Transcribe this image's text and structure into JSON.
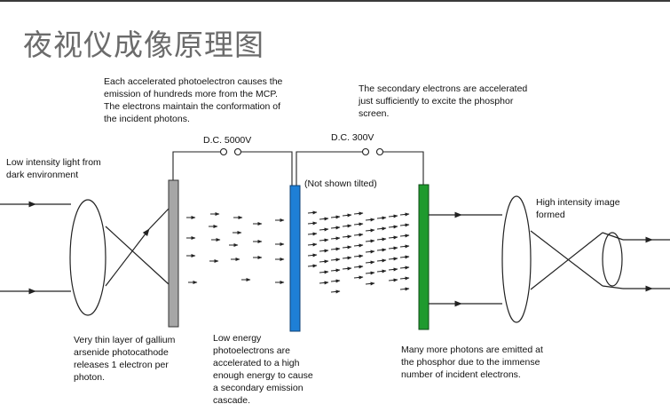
{
  "title": "夜视仪成像原理图",
  "labels": {
    "mcp_note": "Each accelerated photoelectron causes the\nemission of hundreds more from the MCP.\nThe electrons maintain the conformation of\nthe incident photons.",
    "secondary_note": "The secondary electrons are accelerated\njust sufficiently to excite the phosphor\nscreen.",
    "dc_high": "D.C. 5000V",
    "dc_low": "D.C. 300V",
    "not_tilted": "(Not shown tilted)",
    "input_light": "Low intensity light from\ndark environment",
    "output_image": "High intensity image\nformed",
    "photocathode": "Very thin layer of gallium\narsenide photocathode\nreleases 1 electron per\nphoton.",
    "photoelectrons": "Low energy\nphotoelectrons are\naccelerated to a high\nenough energy to cause\na secondary emission\ncascade.",
    "phosphor": "Many more photons are emitted at\nthe phosphor due to the immense\nnumber of incident electrons."
  },
  "colors": {
    "title": "#6b6b6b",
    "photocathode_plate": "#a6a6a6",
    "mcp_plate": "#1e7fd6",
    "phosphor_plate": "#1f9a2e",
    "line": "#222222"
  }
}
